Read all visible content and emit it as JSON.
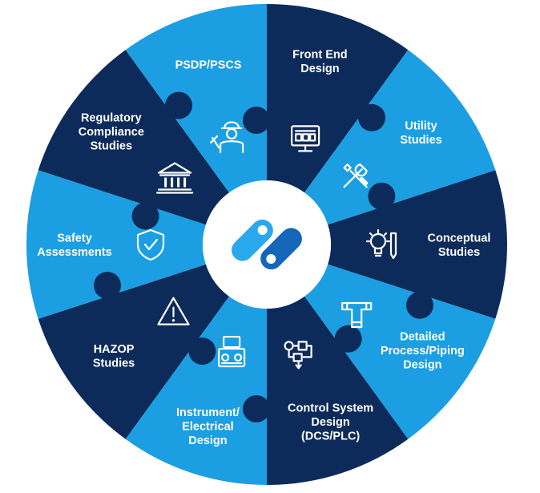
{
  "colors": {
    "dark": "#0d2b5a",
    "light": "#1b9fe2",
    "hub": "#ffffff",
    "logo_light": "#2aa8ec",
    "logo_dark": "#1467b8"
  },
  "segments": [
    {
      "name": "front-end-design",
      "lines": [
        "Front End",
        "Design"
      ],
      "icon": "computer-monitor-icon",
      "color": "dark"
    },
    {
      "name": "utility-studies",
      "lines": [
        "Utility",
        "Studies"
      ],
      "icon": "wrench-screwdriver-icon",
      "color": "light"
    },
    {
      "name": "conceptual-studies",
      "lines": [
        "Conceptual",
        "Studies"
      ],
      "icon": "lightbulb-pencil-icon",
      "color": "dark"
    },
    {
      "name": "detailed-process-piping-design",
      "lines": [
        "Detailed",
        "Process/Piping",
        "Design"
      ],
      "icon": "pipe-icon",
      "color": "light"
    },
    {
      "name": "control-system-design",
      "lines": [
        "Control System",
        "Design",
        "(DCS/PLC)"
      ],
      "icon": "control-flow-icon",
      "color": "dark"
    },
    {
      "name": "instrument-electrical-design",
      "lines": [
        "Instrument/",
        "Electrical",
        "Design"
      ],
      "icon": "instrument-panel-icon",
      "color": "light"
    },
    {
      "name": "hazop-studies",
      "lines": [
        "HAZOP",
        "Studies"
      ],
      "icon": "warning-triangle-icon",
      "color": "dark"
    },
    {
      "name": "safety-assessments",
      "lines": [
        "Safety",
        "Assessments"
      ],
      "icon": "shield-check-icon",
      "color": "light"
    },
    {
      "name": "regulatory-compliance-studies",
      "lines": [
        "Regulatory",
        "Compliance",
        "Studies"
      ],
      "icon": "government-building-icon",
      "color": "dark"
    },
    {
      "name": "psdp-pscs",
      "lines": [
        "PSDP/PSCS"
      ],
      "icon": "engineer-icon",
      "color": "light"
    }
  ]
}
